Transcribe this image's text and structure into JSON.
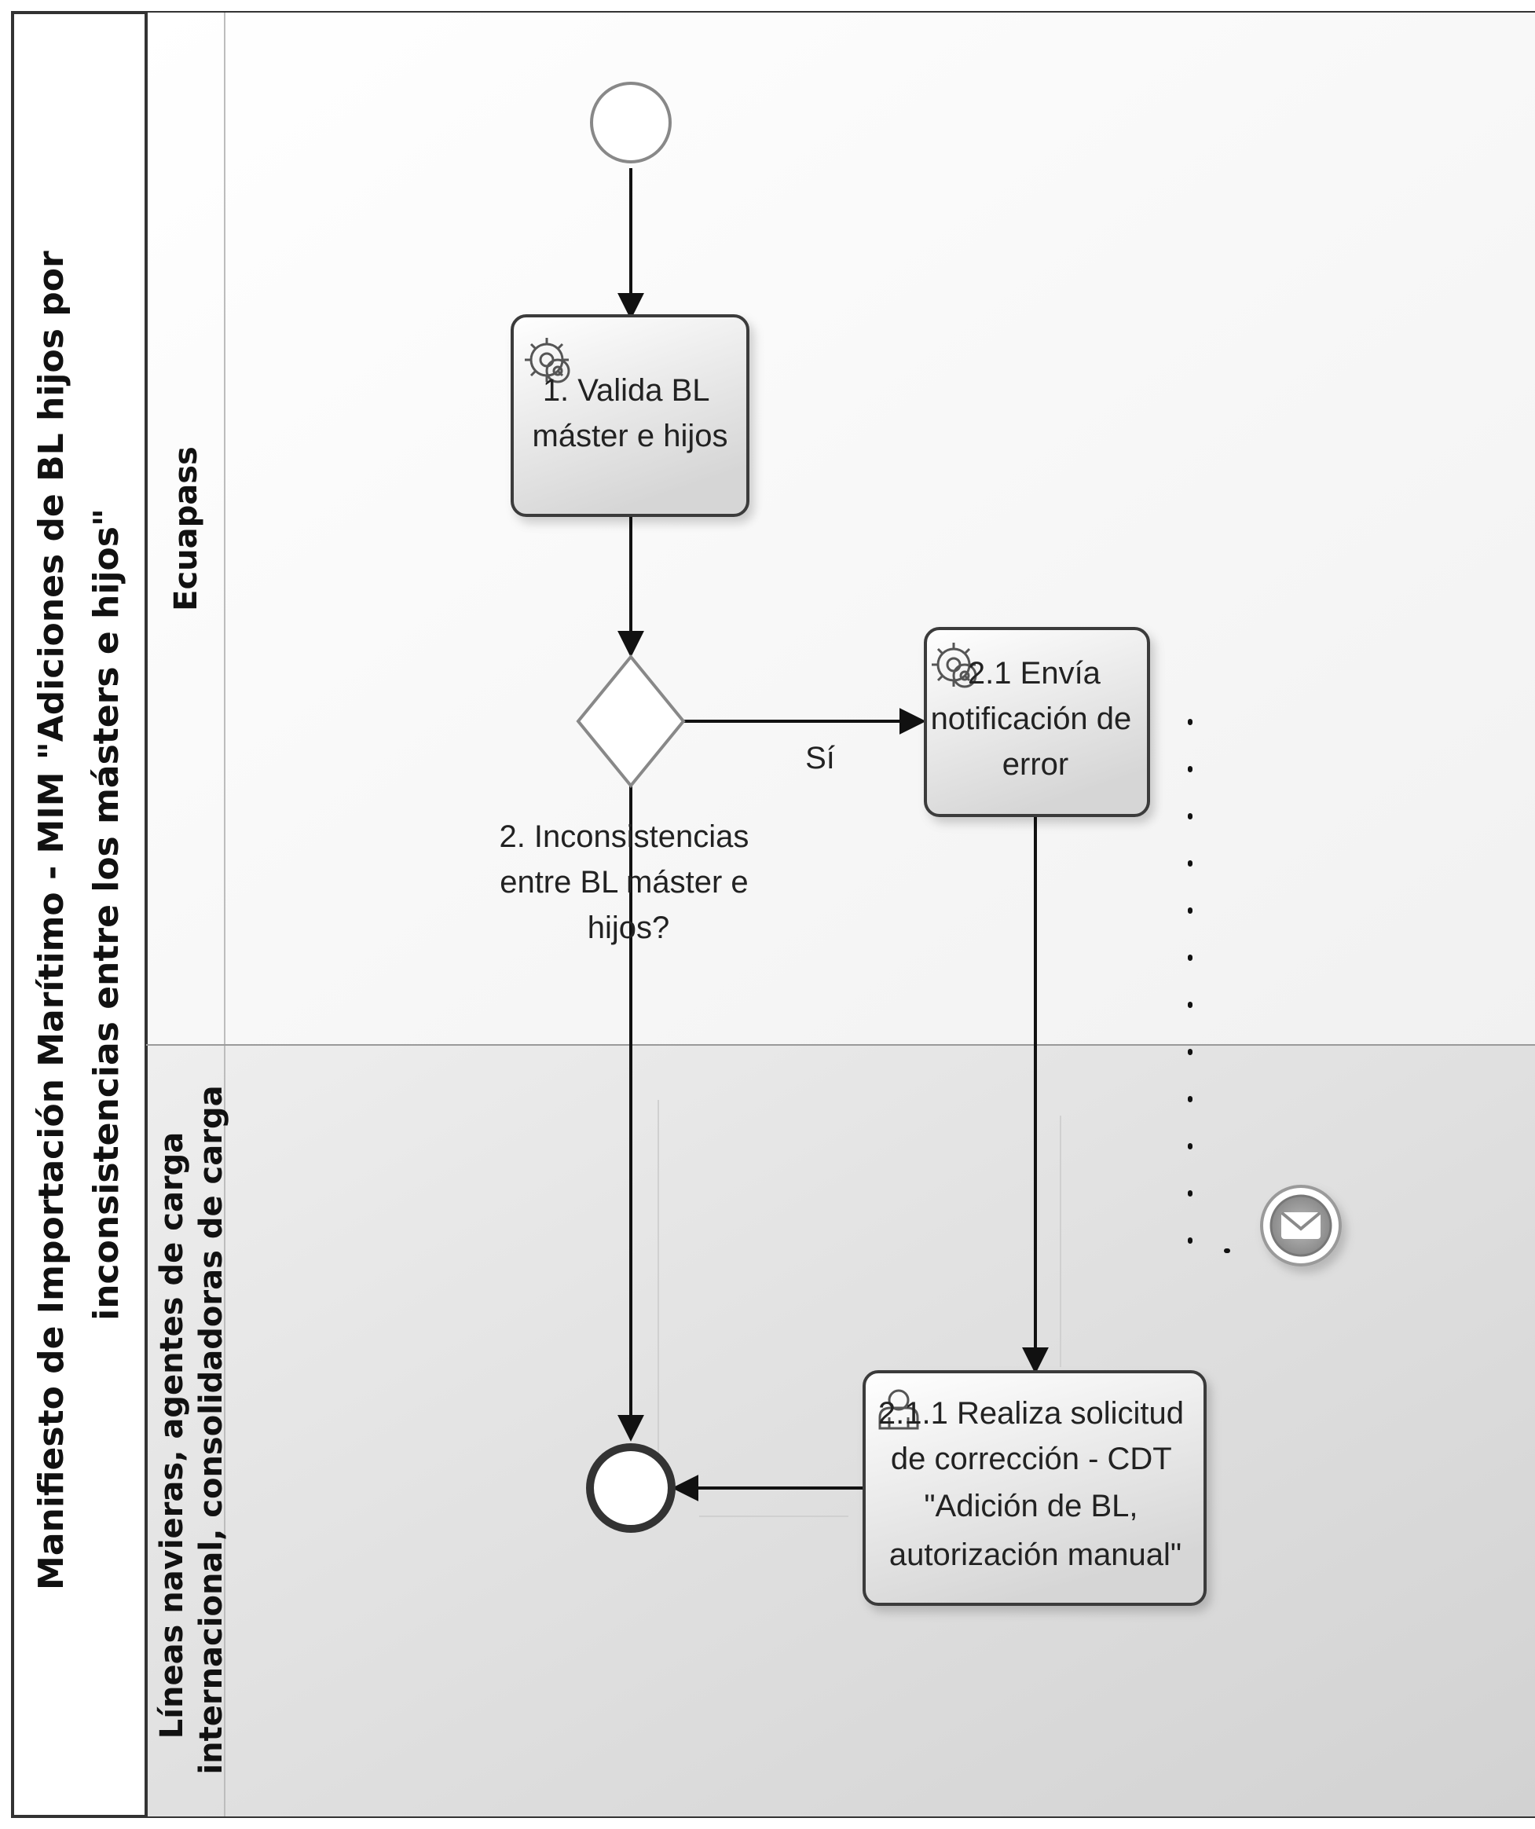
{
  "pool": {
    "title_line1": "Manifiesto de Importación Marítimo - MIM \"Adiciones de BL hijos por",
    "title_line2": "inconsistencias entre los másters e hijos\""
  },
  "lanes": [
    {
      "lines": [
        "Ecuapass"
      ]
    },
    {
      "lines": [
        "Líneas navieras, agentes de carga",
        "internacional, consolidadoras de carga"
      ]
    }
  ],
  "tasks": {
    "validate": {
      "lines": [
        "1. Valida BL",
        "máster e hijos"
      ],
      "task_type": "service"
    },
    "notify": {
      "lines": [
        "2.1 Envía",
        "notificación de",
        "error"
      ],
      "task_type": "service"
    },
    "request": {
      "lines": [
        "2.1.1 Realiza solicitud",
        "de corrección - CDT",
        "\"Adición de BL,",
        "autorización manual\""
      ],
      "task_type": "user"
    }
  },
  "gateway": {
    "lines": [
      "2. Inconsistencias",
      "entre BL máster e",
      "hijos?"
    ]
  },
  "flows": {
    "yes_label": "Sí"
  },
  "icons": {
    "service": "gear-icon",
    "user": "user-icon",
    "message": "envelope-icon",
    "start": "start-event-circle",
    "end": "end-event-circle"
  },
  "colors": {
    "border": "#3a3a3a",
    "task_fill_top": "#ffffff",
    "task_fill_bottom": "#d9d9d9",
    "lane2_bg": "#e4e4e4"
  }
}
